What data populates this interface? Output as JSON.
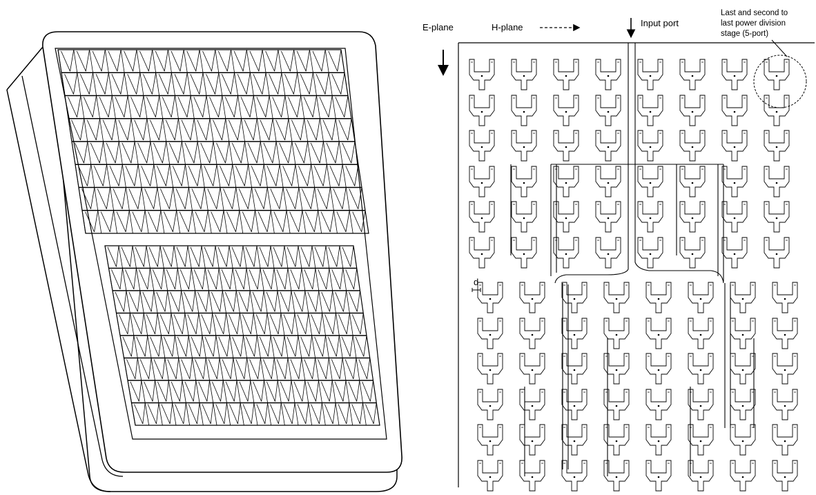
{
  "labels": {
    "e_plane": "E-plane",
    "h_plane": "H-plane",
    "input_port": "Input port",
    "callout_line1": "Last and second to",
    "callout_line2": "last power division",
    "callout_line3": "stage (5-port)",
    "spacing": "d"
  },
  "colors": {
    "line": "#000000",
    "background": "#ffffff"
  },
  "antenna_array": {
    "upper_rows": 8,
    "lower_rows": 8,
    "columns": 18
  },
  "feed_network": {
    "rows": 6,
    "columns": 8
  }
}
